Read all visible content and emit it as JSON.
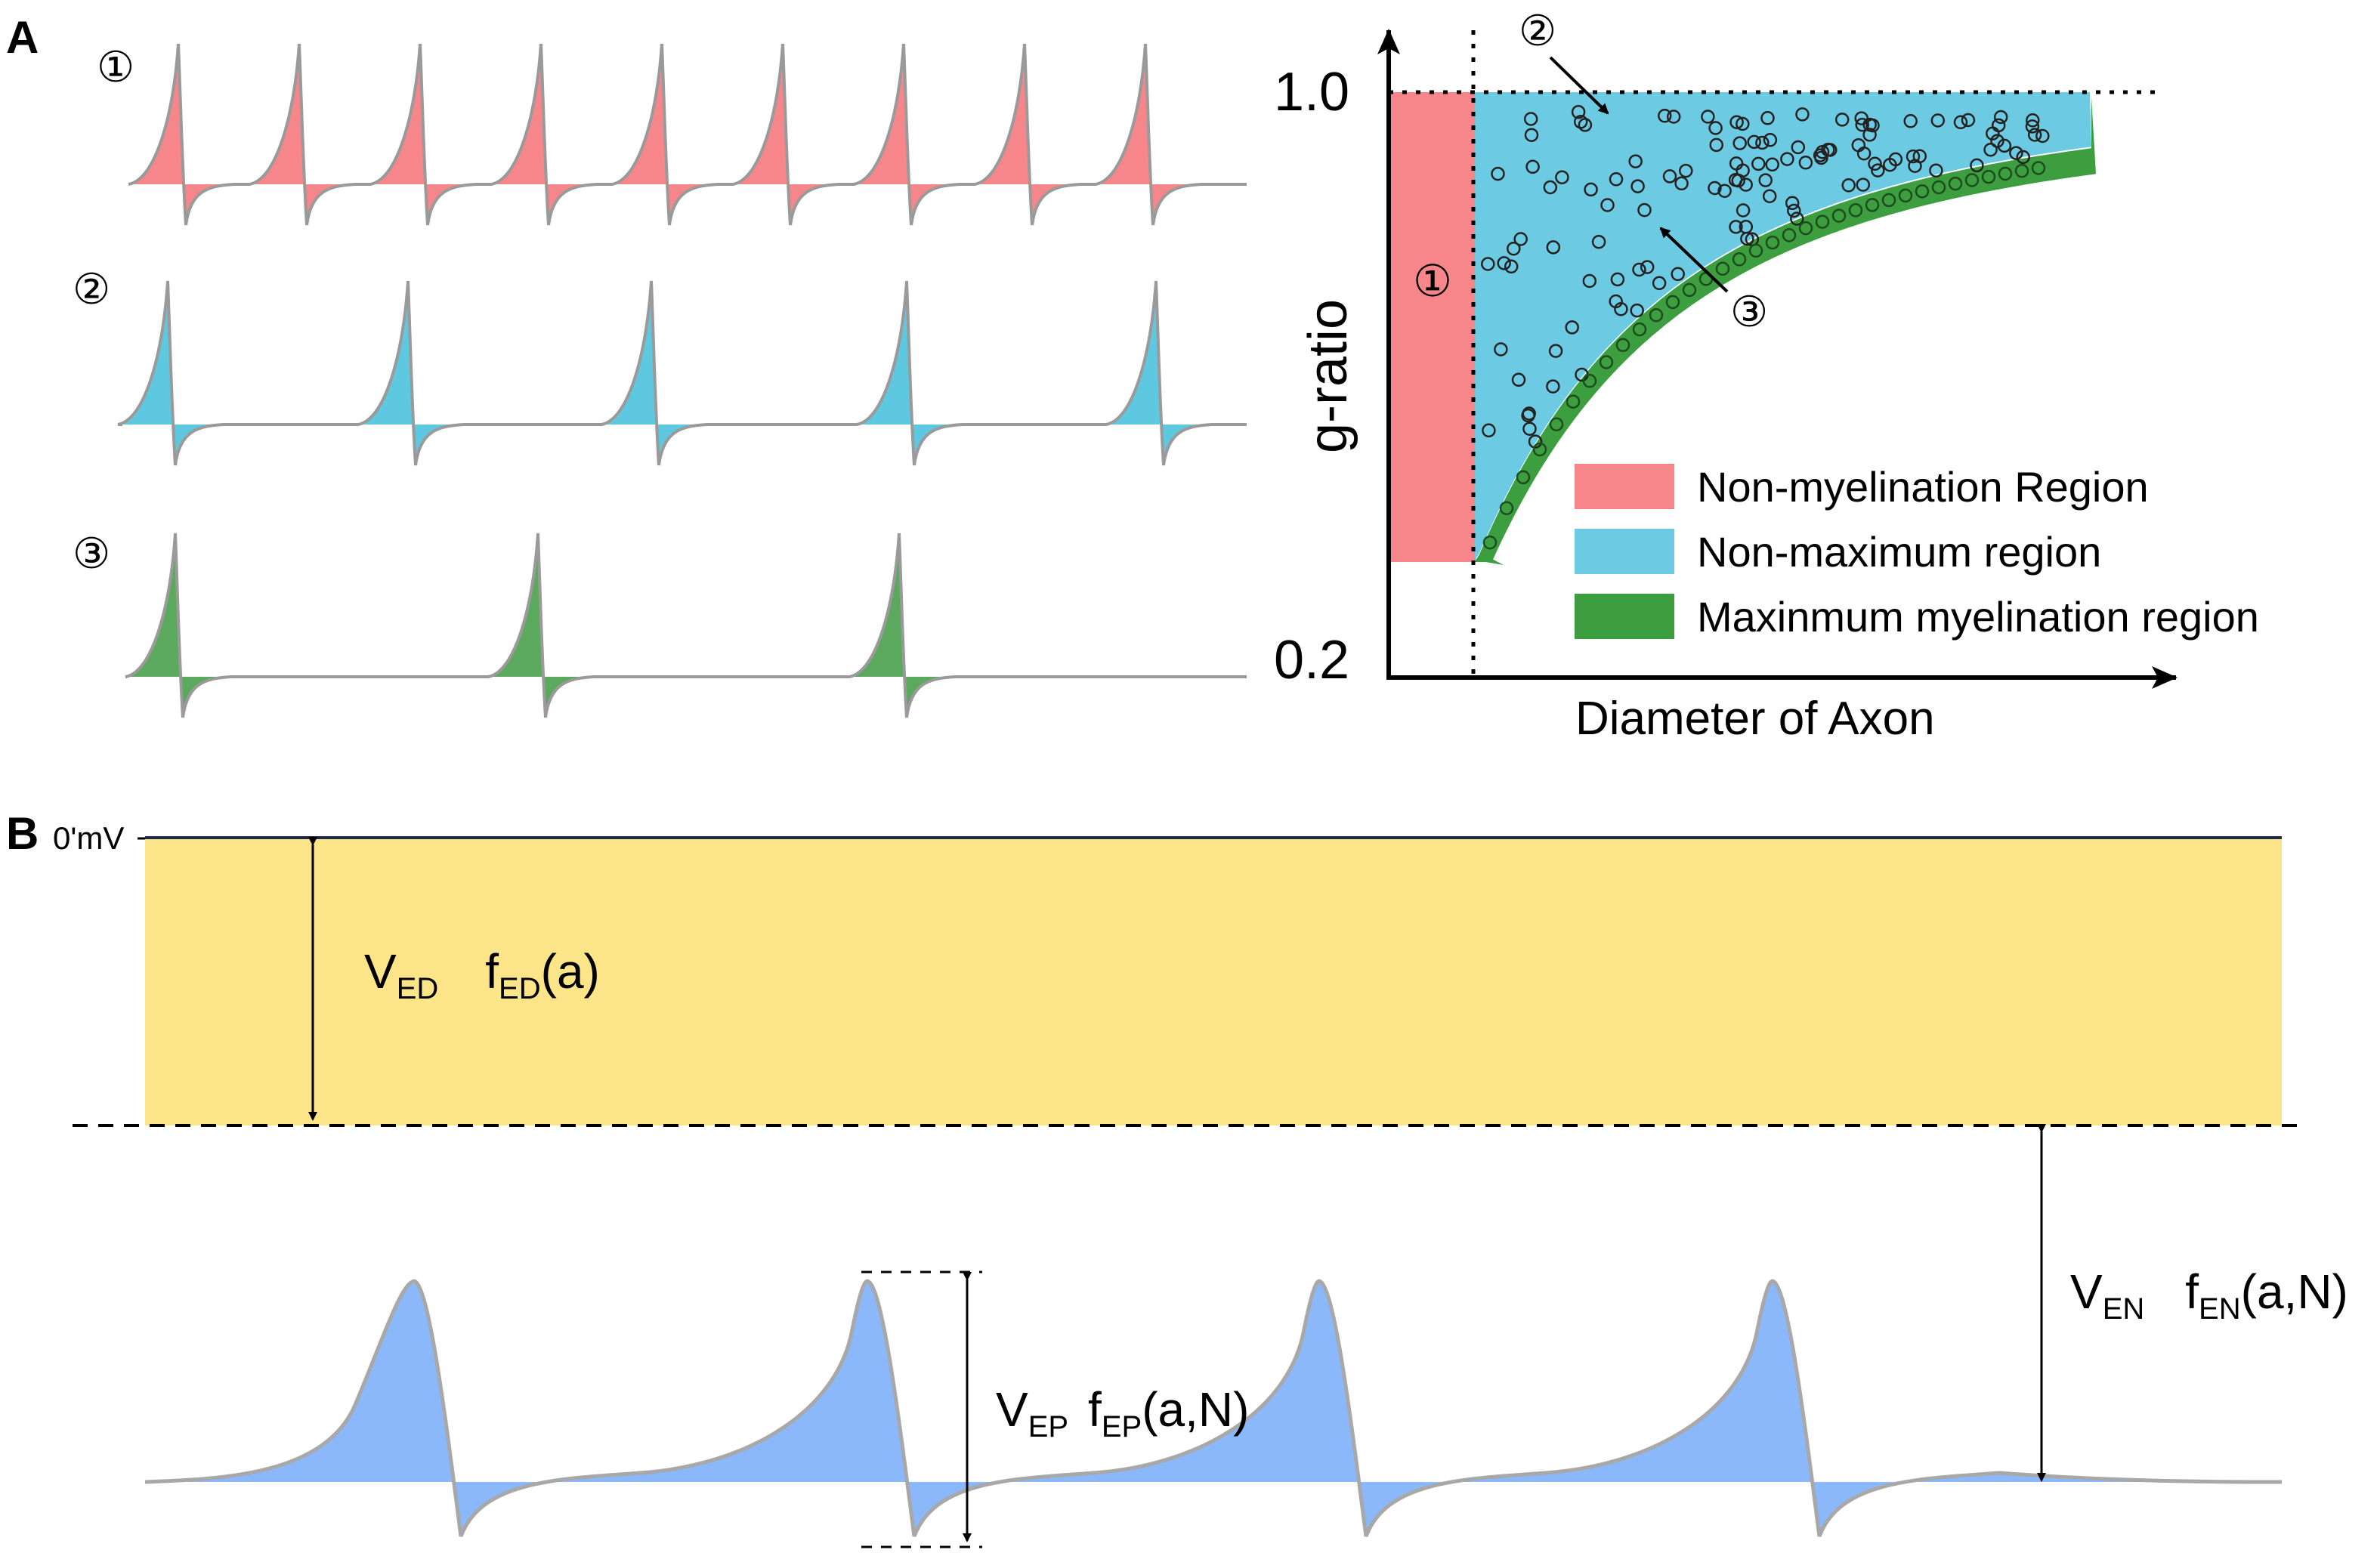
{
  "panel_a": {
    "label": "A",
    "trace_markers": [
      "①",
      "②",
      "③"
    ],
    "colors": {
      "trace1": "#f7868a",
      "trace2": "#5ec8e0",
      "trace3": "#5aa95d",
      "line": "#9a9a9a"
    },
    "chart": {
      "y_axis_label": "g-ratio",
      "y_top_tick": "1.0",
      "y_bottom_tick": "0.2",
      "x_axis_label": "Diameter of Axon",
      "region_markers": {
        "one": "①",
        "two": "②",
        "three": "③"
      },
      "legend": [
        {
          "label": "Non-myelination Region",
          "color": "#f7868a"
        },
        {
          "label": "Non-maximum region",
          "color": "#6ccbe3"
        },
        {
          "label": "Maxinmum myelination region",
          "color": "#3c9e3e"
        }
      ]
    }
  },
  "panel_b": {
    "label": "B",
    "zero_label": "0'mV",
    "v_ed": {
      "main": "V",
      "sub": "ED",
      "func": "f",
      "func_sub": "ED",
      "args": "(a)"
    },
    "v_en": {
      "main": "V",
      "sub": "EN",
      "func": "f",
      "func_sub": "EN",
      "args": "(a,N)"
    },
    "v_ep": {
      "main": "V",
      "sub": "EP",
      "func": "f",
      "func_sub": "EP",
      "args": "(a,N)"
    },
    "colors": {
      "yellow": "#fce488",
      "blue": "#8ab8fb"
    }
  }
}
